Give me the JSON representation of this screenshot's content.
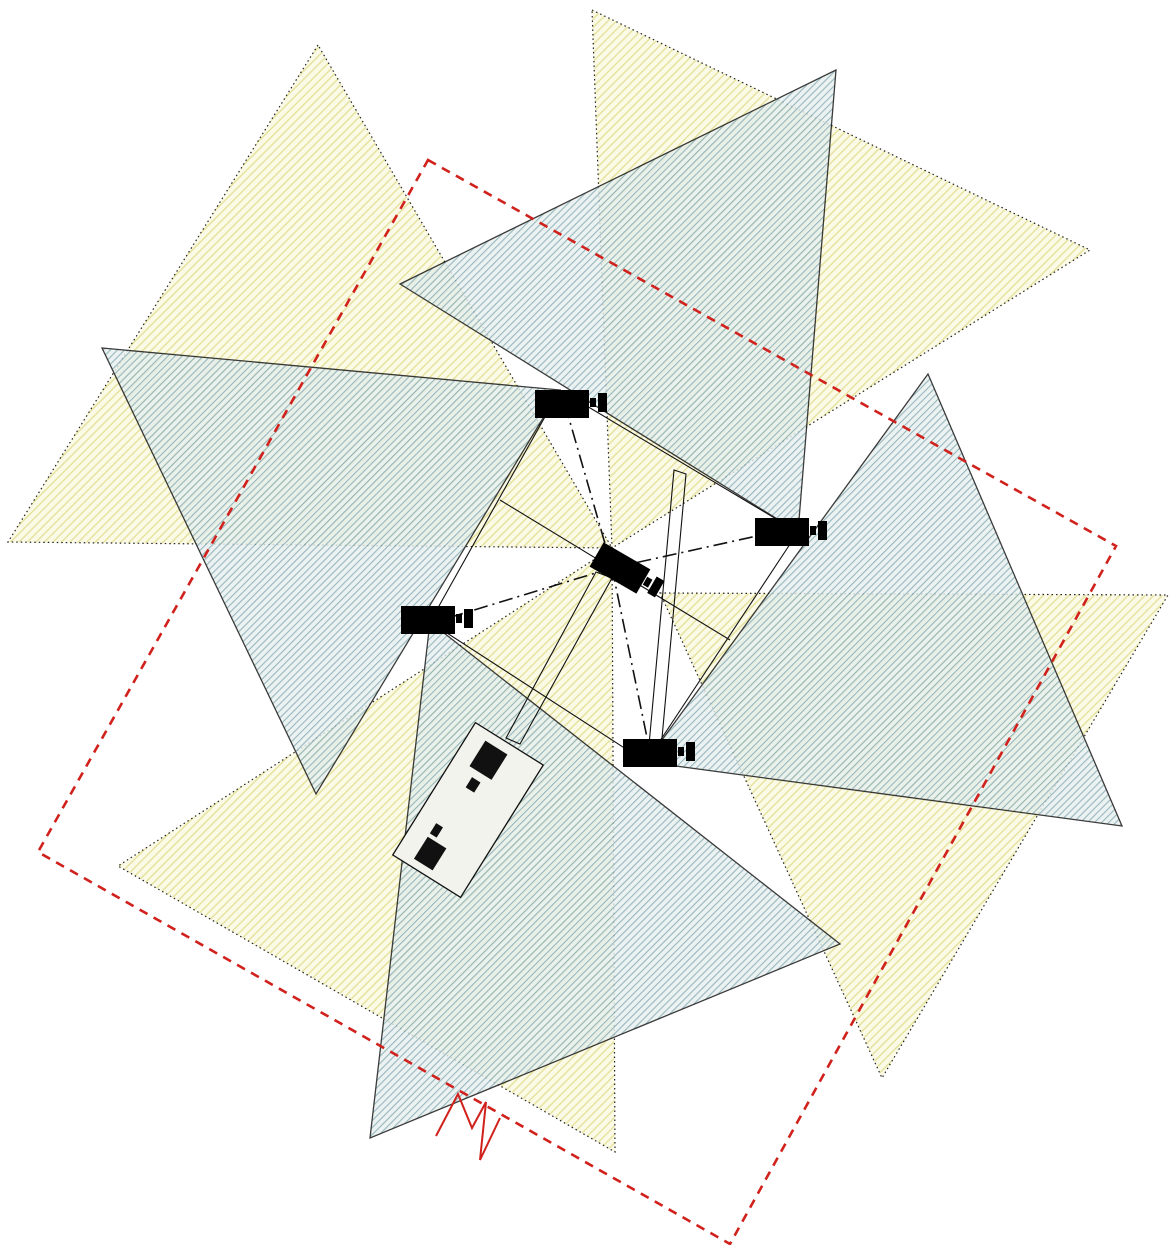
{
  "colors": {
    "background": "#ffffff",
    "yellow_fill": "#f2efb6",
    "blue_fill": "#9fc3c9",
    "outline": "#111111",
    "boundary": "#d0211c",
    "camera": "#000000"
  },
  "cameras": [
    {
      "name": "camera-top",
      "icon": "video-camera-icon"
    },
    {
      "name": "camera-right",
      "icon": "video-camera-icon"
    },
    {
      "name": "camera-center",
      "icon": "video-camera-icon"
    },
    {
      "name": "camera-left",
      "icon": "video-camera-icon"
    },
    {
      "name": "camera-bottom",
      "icon": "video-camera-icon"
    }
  ],
  "boundary": {
    "style": "dashed"
  },
  "north_marker": {
    "icon": "zigzag-marker-icon"
  }
}
